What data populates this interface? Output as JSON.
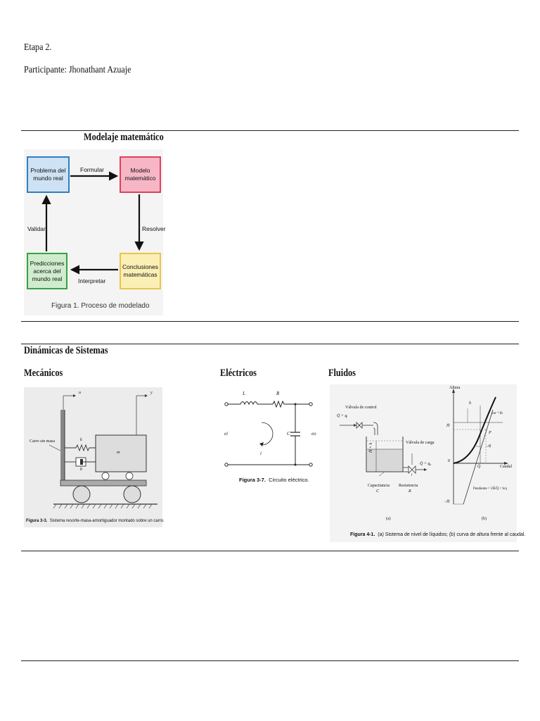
{
  "header": {
    "stage": "Etapa 2.",
    "participant": "Participante: Jhonathant Azuaje"
  },
  "modeling": {
    "title": "Modelaje matemático",
    "boxes": {
      "problem": "Problema del mundo real",
      "model": "Modelo matemático",
      "conclusions": "Conclusiones matemáticas",
      "predictions": "Predicciones acerca del mundo real"
    },
    "arrows": {
      "formulate": "Formular",
      "solve": "Resolver",
      "interpret": "Interpretar",
      "validate": "Validar"
    },
    "caption": "Figura 1. Proceso de modelado",
    "colors": {
      "problem_border": "#2f7fc1",
      "problem_fill": "#cfe2f3",
      "model_border": "#e0405a",
      "model_fill": "#f7b6c6",
      "conclusions_border": "#e8c54a",
      "conclusions_fill": "#fbefb6",
      "predictions_border": "#3aa046",
      "predictions_fill": "#cfeccd"
    }
  },
  "dynamics": {
    "title": "Dinámicas de Sistemas",
    "mechanical": {
      "heading": "Mecánicos",
      "caption_label": "Figura 3-3.",
      "caption_text": "Sistema resorte-masa-amortiguador montado sobre un carro.",
      "labels": {
        "cart": "Carro sin masa",
        "u": "u",
        "y": "y",
        "k": "k",
        "b": "b",
        "m": "m"
      }
    },
    "electrical": {
      "heading": "Eléctricos",
      "caption_label": "Figura 3-7.",
      "caption_text": "Circuito eléctrico.",
      "labels": {
        "L": "L",
        "R": "R",
        "C": "C",
        "ei": "ei",
        "eo": "eo",
        "i": "i"
      }
    },
    "fluids": {
      "heading": "Fluidos",
      "caption_label": "Figura 4-1.",
      "caption_text": "(a) Sistema de nivel de líquidos; (b) curva de altura frente al caudal.",
      "labels": {
        "control_valve": "Válvula de control",
        "load_valve": "Válvula de carga",
        "inflow": "Q̄ + qᵢ",
        "outflow": "Q̄ + q₀",
        "head": "H̄ + h",
        "capacitance": "Capacitancia",
        "capacitance_sym": "C",
        "resistance": "Resistencia",
        "resistance_sym": "R",
        "part_a": "(a)",
        "part_b": "(b)",
        "height_axis": "Altura",
        "flow_axis": "Caudal",
        "h": "h",
        "Hbar": "H̄",
        "Qbar": "Q̄",
        "minusH": "−H̄",
        "zero": "0",
        "p": "P",
        "q": "q",
        "tan": "tan⁻¹ Rₜ",
        "slope": "Pendiente = 2H̄/Q̄ = h/q"
      }
    }
  }
}
